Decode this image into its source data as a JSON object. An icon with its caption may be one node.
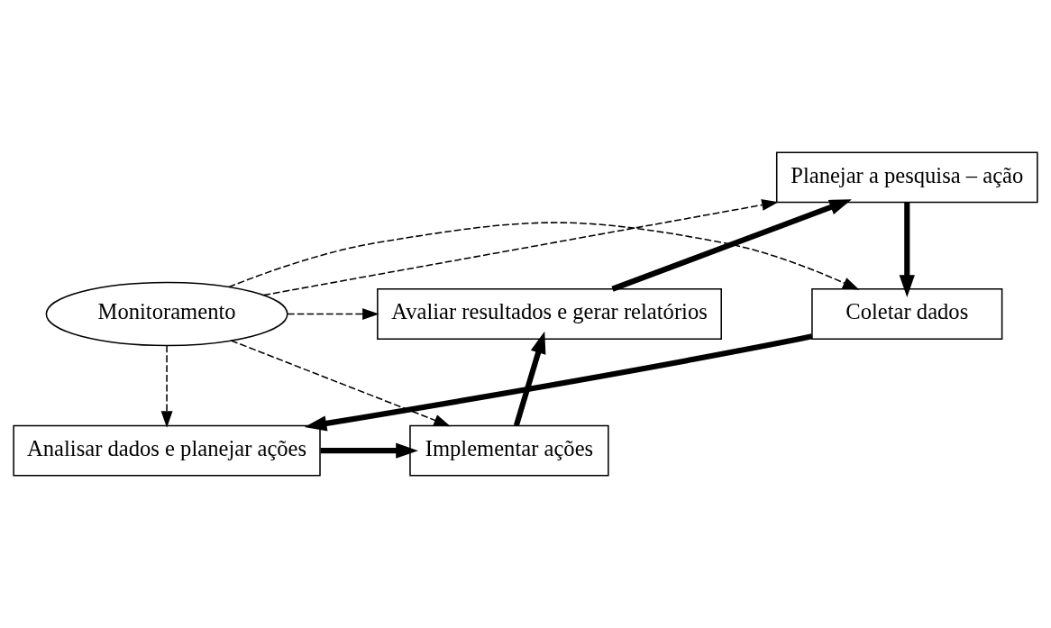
{
  "diagram": {
    "nodes": [
      {
        "text": [
          "Planejar a pesquisa – ação"
        ]
      },
      {
        "text": [
          "Coletar dados"
        ]
      },
      {
        "text": [
          "Analisar dados e planejar ações"
        ]
      },
      {
        "text": [
          "Implementar ações"
        ]
      },
      {
        "text": [
          "Avaliar resultados e gerar relatórios"
        ]
      },
      {
        "text": [
          "Monitoramento"
        ]
      }
    ],
    "edges": [
      {
        "from": 4,
        "to": 0,
        "arrow": "to",
        "style": "thick"
      },
      {
        "from": 0,
        "to": 1,
        "arrow": "to",
        "style": "thick"
      },
      {
        "from": 1,
        "to": 2,
        "arrow": "to",
        "style": "thick"
      },
      {
        "from": 2,
        "to": 3,
        "arrow": "to",
        "style": "thick"
      },
      {
        "from": 3,
        "to": 4,
        "arrow": "to",
        "style": "thick"
      },
      {
        "from": 5,
        "to": 0,
        "arrow": "to",
        "style": "dashed"
      },
      {
        "from": 5,
        "to": 1,
        "arrow": "to",
        "style": "dashed"
      },
      {
        "from": 5,
        "to": 4,
        "arrow": "to",
        "style": "dashed"
      },
      {
        "from": 5,
        "to": 3,
        "arrow": "to",
        "style": "dashed"
      },
      {
        "from": 5,
        "to": 2,
        "arrow": "to",
        "style": "dashed"
      }
    ]
  }
}
